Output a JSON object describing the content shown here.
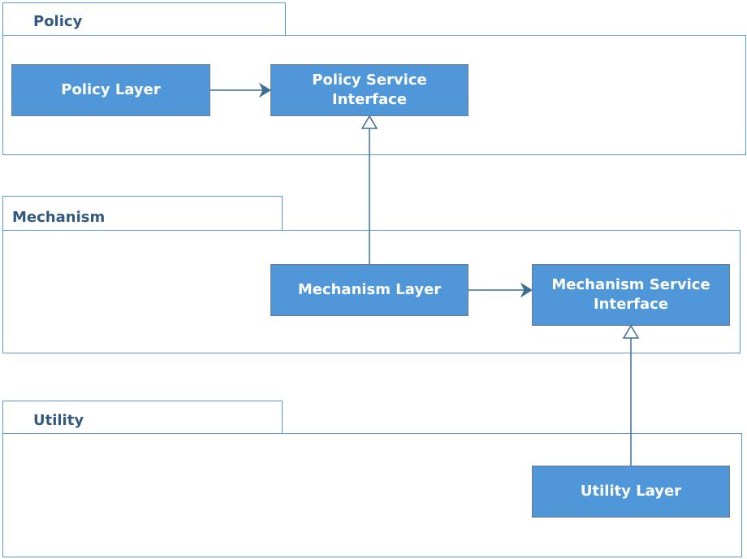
{
  "colors": {
    "package_border": "#5b9bd5",
    "package_title": "#34597f",
    "node_fill": "#4f97d8",
    "node_border": "#6c7a86",
    "node_text": "#ffffff",
    "connector": "#3d6f96"
  },
  "packages": [
    {
      "title": "Policy"
    },
    {
      "title": "Mechanism"
    },
    {
      "title": "Utility"
    }
  ],
  "nodes": {
    "policy_layer": "Policy Layer",
    "policy_service_interface": "Policy Service\nInterface",
    "mechanism_layer": "Mechanism Layer",
    "mechanism_service_interface": "Mechanism Service\nInterface",
    "utility_layer": "Utility Layer"
  },
  "connections": [
    {
      "from": "Policy Layer",
      "to": "Policy Service Interface",
      "kind": "association"
    },
    {
      "from": "Mechanism Layer",
      "to": "Policy Service Interface",
      "kind": "realization"
    },
    {
      "from": "Mechanism Layer",
      "to": "Mechanism Service Interface",
      "kind": "association"
    },
    {
      "from": "Utility Layer",
      "to": "Mechanism Service Interface",
      "kind": "realization"
    }
  ]
}
